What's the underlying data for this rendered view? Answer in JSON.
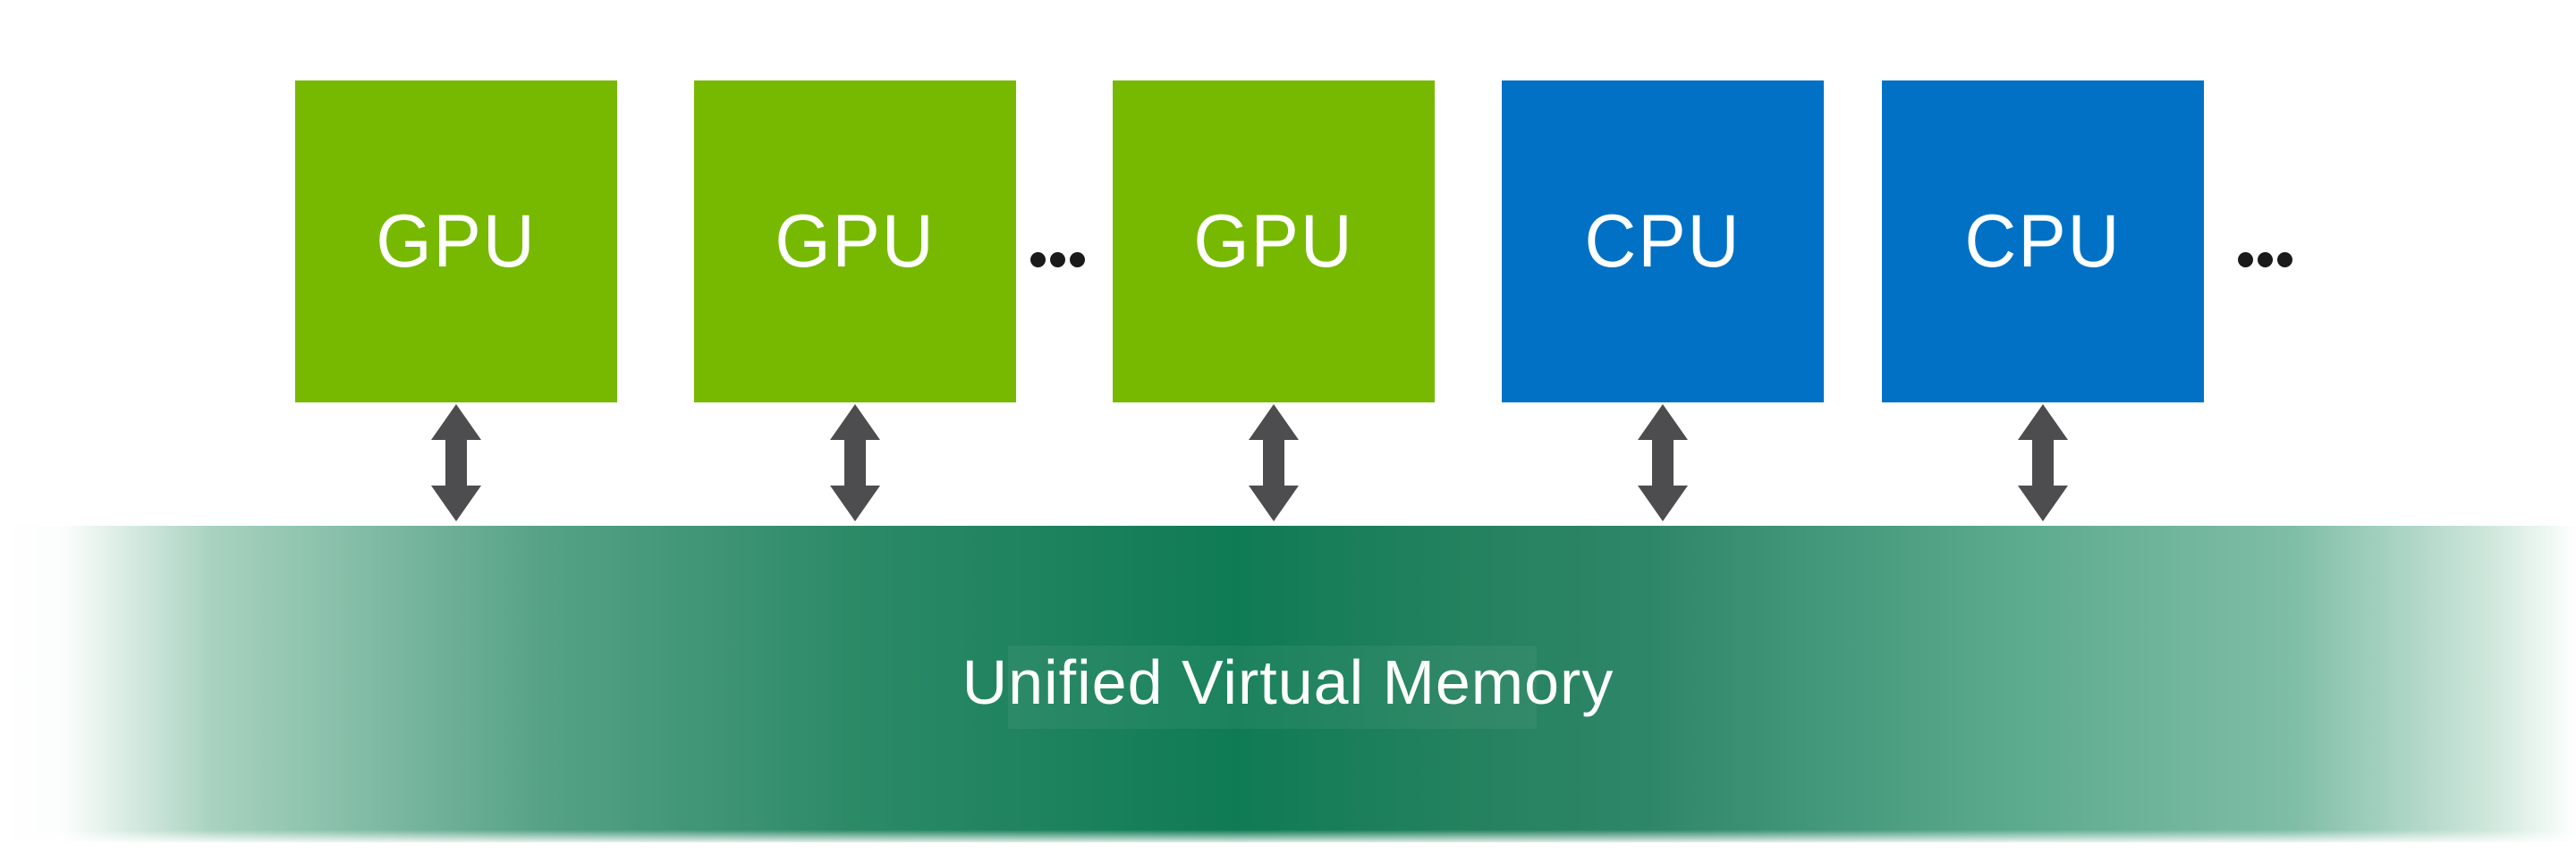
{
  "diagram": {
    "boxes": [
      {
        "label": "GPU"
      },
      {
        "label": "GPU"
      },
      {
        "label": "GPU"
      },
      {
        "label": "CPU"
      },
      {
        "label": "CPU"
      }
    ],
    "ellipses": [
      {
        "label": "..."
      },
      {
        "label": "..."
      }
    ],
    "band": {
      "label": "Unified Virtual Memory"
    }
  },
  "colors": {
    "gpu": "#76b900",
    "cpu": "#0071c5",
    "arrow": "#4d4d4f",
    "dots": "#1a1a1a",
    "band-dark": "#0f7b55",
    "label-text": "#ffffff"
  }
}
